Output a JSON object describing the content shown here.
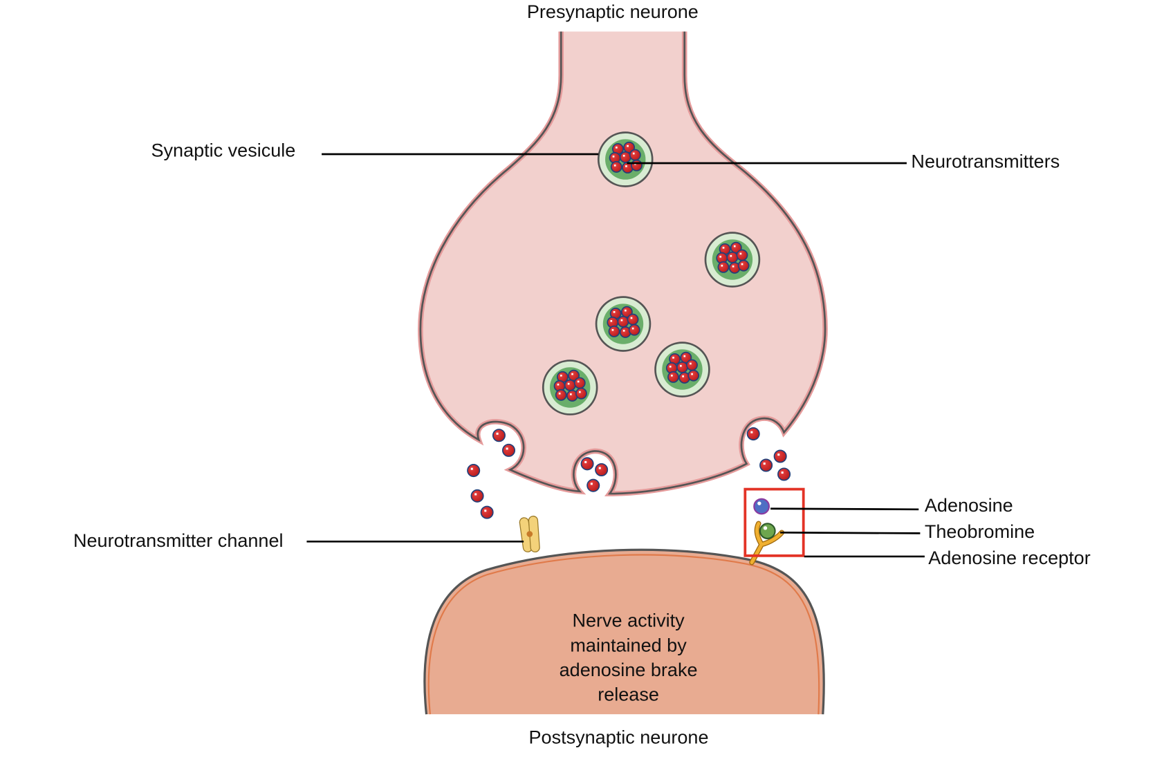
{
  "labels": {
    "presynaptic": "Presynaptic neurone",
    "postsynaptic": "Postsynaptic neurone",
    "synaptic_vesicule": "Synaptic vesicule",
    "neurotransmitters": "Neurotransmitters",
    "neurotransmitter_channel": "Neurotransmitter channel",
    "adenosine": "Adenosine",
    "theobromine": "Theobromine",
    "adenosine_receptor": "Adenosine receptor",
    "nerve_activity": [
      "Nerve activity",
      "maintained by",
      "adenosine brake",
      "release"
    ]
  },
  "colors": {
    "presynaptic_fill": "#f2d0cd",
    "postsynaptic_fill": "#e8ab91",
    "vesicle_outer": "#d8ecd2",
    "vesicle_inner": "#6aae6a",
    "neurotransmitter": "#d42a2a",
    "adenosine": "#4f6fc4",
    "theobromine": "#6ea64e",
    "receptor": "#f0b030",
    "highlight_box": "#e33326"
  }
}
